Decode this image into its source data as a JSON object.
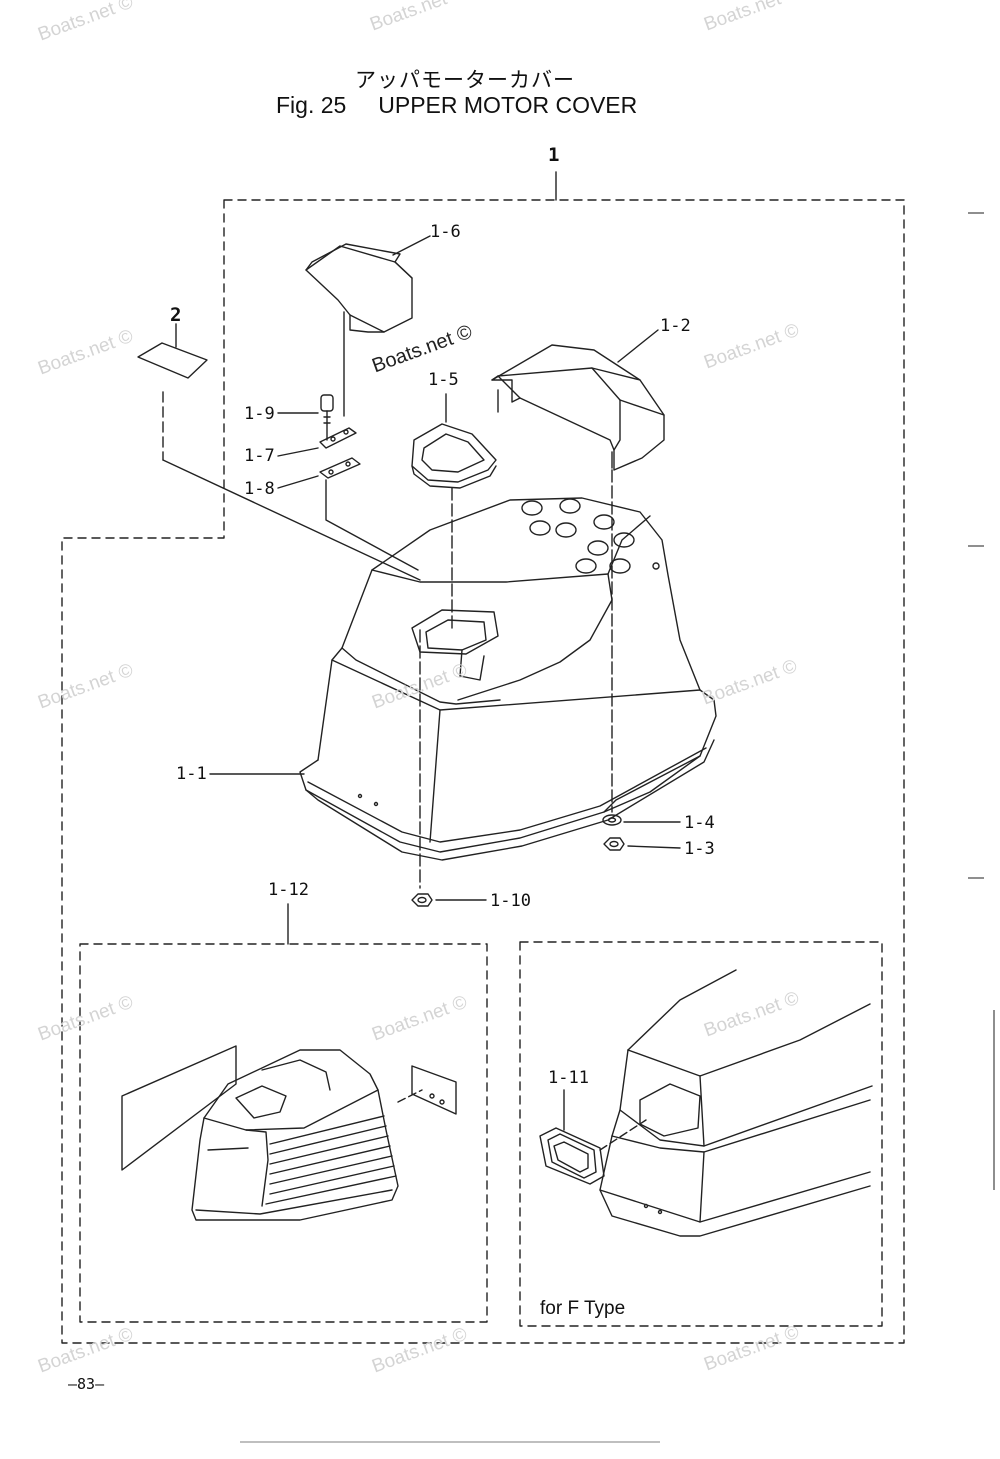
{
  "figure": {
    "title_jp": "アッパモーターカバー",
    "title_en": "Fig. 25     UPPER MOTOR COVER"
  },
  "callouts": {
    "c1": "1",
    "c2": "2",
    "c1_1": "1-1",
    "c1_2": "1-2",
    "c1_3": "1-3",
    "c1_4": "1-4",
    "c1_5": "1-5",
    "c1_6": "1-6",
    "c1_7": "1-7",
    "c1_8": "1-8",
    "c1_9": "1-9",
    "c1_10": "1-10",
    "c1_11": "1-11",
    "c1_12": "1-12"
  },
  "variant_label": "for F Type",
  "page_number": "—83—",
  "watermark": "Boats.net ©"
}
